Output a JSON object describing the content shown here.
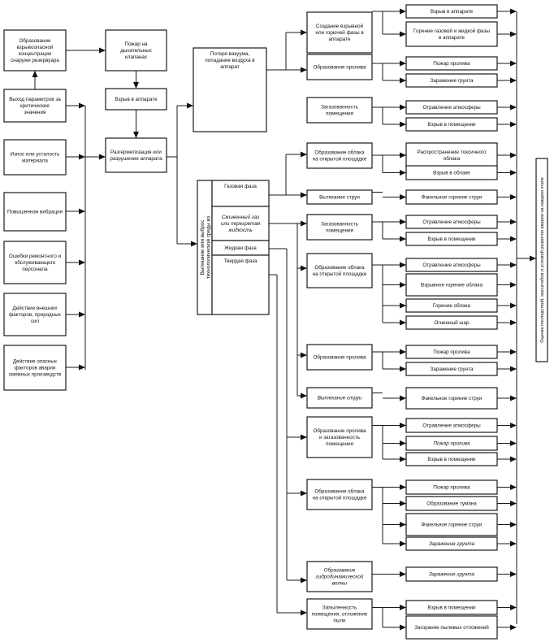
{
  "title": "Схема развития аварии",
  "causes": [
    {
      "id": "c_form",
      "text": "Образование взрывоопасной концентрации снаружи резервуара"
    },
    {
      "id": "c_param",
      "text": "Выход параметров за критические значения"
    },
    {
      "id": "c_wear",
      "text": "Износ или усталость материала"
    },
    {
      "id": "c_vibr",
      "text": "Повышенная вибрация"
    },
    {
      "id": "c_err",
      "text": "Ошибки ремонтного и обслуживающего персонала"
    },
    {
      "id": "c_ext",
      "text": "Действие внешних факторов, природных сил"
    },
    {
      "id": "c_adj",
      "text": "Действие опасных факторов аварии смежных производств"
    }
  ],
  "events": [
    {
      "id": "e_fire_valves",
      "text": "Пожар на дыхательных клапанах"
    },
    {
      "id": "e_expl_app",
      "text": "Взрыв в аппарате"
    },
    {
      "id": "e_depress",
      "text": "Разгерметизация или разрушение аппарата"
    },
    {
      "id": "e_vacuum",
      "text": "Потеря вакуума, попадание воздуха в аппарат"
    }
  ],
  "release": {
    "title": "Вытекание или выброс технологической среды из аппарата",
    "phases": [
      {
        "id": "p_gas",
        "text": "Газовая фаза"
      },
      {
        "id": "p_lgas",
        "text": "Сжиженный газ или перегретая жидкость"
      },
      {
        "id": "p_liq",
        "text": "Жидкая фаза"
      },
      {
        "id": "p_solid",
        "text": "Твердая фаза"
      }
    ]
  },
  "scenarios": [
    {
      "id": "s1",
      "text": "Создание взрывной или горючей фазы в аппарате",
      "outcomes": [
        "Взрыв в аппарате",
        "Горение газовой и жидкой фазы в аппарате"
      ]
    },
    {
      "id": "s2",
      "text": "Образование пролива",
      "outcomes": [
        "Пожар пролива",
        "Заражение грунта"
      ]
    },
    {
      "id": "s3",
      "text": "Загазованность помещения",
      "outcomes": [
        "Отравление атмосферы",
        "Взрыв в помещении"
      ]
    },
    {
      "id": "s4",
      "text": "Образование облака на открытой площадке",
      "outcomes": [
        "Распространение токсичного облака",
        "Взрыв в облаке"
      ]
    },
    {
      "id": "s5",
      "text": "Вытекание струи",
      "outcomes": [
        "Факельное горение струи"
      ]
    },
    {
      "id": "s6",
      "text": "Загазованность помещения",
      "outcomes": [
        "Отравление атмосферы",
        "Взрыв в помещении"
      ]
    },
    {
      "id": "s7",
      "text": "Образование облака на открытой площадке",
      "outcomes": [
        "Отравление атмосферы",
        "Взрывное горение облака",
        "Горение облака",
        "Огненный шар"
      ]
    },
    {
      "id": "s8",
      "text": "Образование пролива",
      "outcomes": [
        "Пожар пролива",
        "Заражение грунта"
      ]
    },
    {
      "id": "s9",
      "text": "Вытекание струи",
      "outcomes": [
        "Факельное горение струи"
      ]
    },
    {
      "id": "s10",
      "text": "Образование пролива и загазованность помещения",
      "outcomes": [
        "Отравление атмосферы",
        "Пожар пролива",
        "Взрыв в помещении"
      ]
    },
    {
      "id": "s11",
      "text": "Образование облака на открытой площадке",
      "outcomes": [
        "Пожар пролива",
        "Образование тумана",
        "Факельное горение струи",
        "Заражение грунта"
      ]
    },
    {
      "id": "s12",
      "text": "Образование гидродинамической волны",
      "outcomes": [
        "Заражение грунта"
      ]
    },
    {
      "id": "s13",
      "text": "Запыленность помещения, отложение пыли",
      "outcomes": [
        "Взрыв в помещении",
        "Загорание пылевых отложений"
      ]
    }
  ],
  "assessment": {
    "text": "Оценка последствий, масштабов и условий развития аварии на каждом этапе"
  }
}
